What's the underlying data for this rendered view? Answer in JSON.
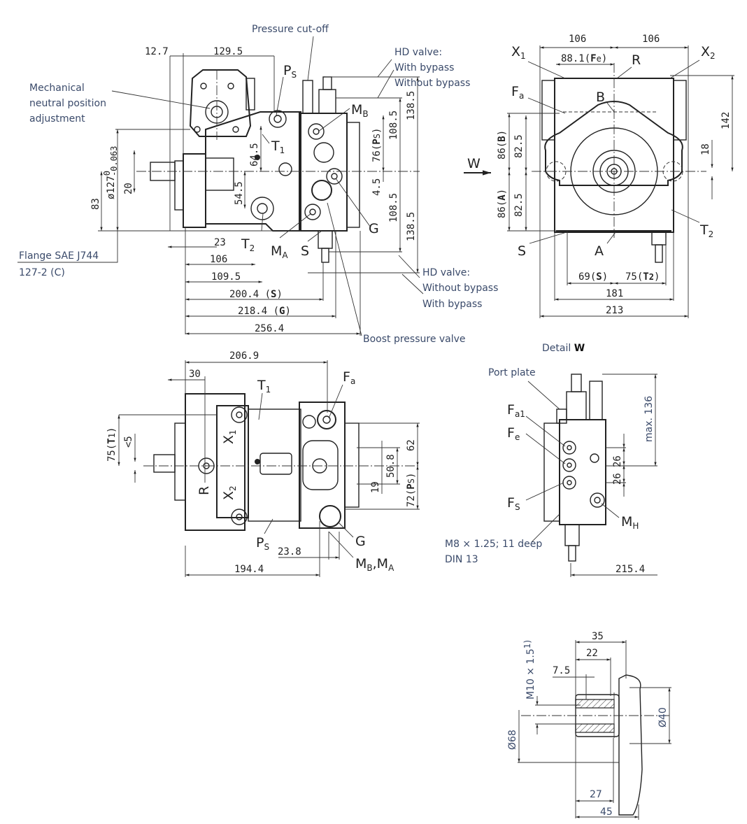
{
  "drawing": {
    "title": "Pump dimension drawing",
    "colors": {
      "line": "#222222",
      "callout_text": "#3a4a6a",
      "accent": "#1f3a8a"
    },
    "callouts": {
      "pressure_cutoff": "Pressure cut-off",
      "hd_valve_top": [
        "HD valve:",
        "With bypass",
        "Without bypass"
      ],
      "hd_valve_bottom": [
        "HD valve:",
        "Without bypass",
        "With bypass"
      ],
      "mech_neutral": [
        "Mechanical",
        "neutral position",
        "adjustment"
      ],
      "flange": [
        "Flange SAE J744",
        "127-2 (C)"
      ],
      "boost_pressure_valve": "Boost pressure valve",
      "detail_w_prefix": "Detail ",
      "detail_w_letter": "W",
      "port_plate": "Port plate",
      "thread_note": [
        "M8 × 1.25; 11 deep",
        "DIN 13"
      ]
    },
    "side_view": {
      "dims": {
        "d12_7": "12.7",
        "d129_5": "129.5",
        "d64_5": "64.5",
        "d54_5": "54.5",
        "d20": "20",
        "d83": "83",
        "d127": "ø127",
        "d127_tol_up": "0",
        "d127_tol_lo": "-0.063",
        "d23": "23",
        "d106": "106",
        "d109_5": "109.5",
        "d200_4": "200.4",
        "d200_4_port": "S",
        "d218_4": "218.4",
        "d218_4_port": "G",
        "d256_4": "256.4",
        "d76": "76",
        "d76_port": "P",
        "d76_port_sub": "S",
        "d108_5a": "108.5",
        "d138_5a": "138.5",
        "d4_5": "4.5",
        "d108_5b": "108.5",
        "d138_5b": "138.5"
      },
      "ports": {
        "ps": "P",
        "ps_sub": "S",
        "t1": "T",
        "t1_sub": "1",
        "mb": "M",
        "mb_sub": "B",
        "t2": "T",
        "t2_sub": "2",
        "ma": "M",
        "ma_sub": "A",
        "s": "S",
        "g": "G"
      }
    },
    "front_view": {
      "dims": {
        "d106l": "106",
        "d106r": "106",
        "d88_1": "88.1",
        "d88_1_port": "F",
        "d88_1_port_sub": "e",
        "d142": "142",
        "d18": "18",
        "d86b": "86",
        "d86b_port": "B",
        "d82_5a": "82.5",
        "d86a": "86",
        "d86a_port": "A",
        "d82_5b": "82.5",
        "d69": "69",
        "d69_port": "S",
        "d75": "75",
        "d75_port": "T",
        "d75_port_sub": "2",
        "d181": "181",
        "d213": "213"
      },
      "ports": {
        "x1": "X",
        "x1_sub": "1",
        "x2": "X",
        "x2_sub": "2",
        "r": "R",
        "fa": "F",
        "fa_sub": "a",
        "b": "B",
        "t2": "T",
        "t2_sub": "2",
        "s": "S",
        "a": "A"
      },
      "view_arrow": "W"
    },
    "top_view": {
      "dims": {
        "d206_9": "206.9",
        "d30": "30",
        "d75": "75",
        "d75_port": "T",
        "d75_port_sub": "1",
        "d_lt5": "<5",
        "d62": "62",
        "d50_8": "50.8",
        "d19": "19",
        "d72": "72",
        "d72_port": "P",
        "d72_port_sub": "S",
        "d23_8": "23.8",
        "d194_4": "194.4"
      },
      "ports": {
        "fa": "F",
        "fa_sub": "a",
        "t1": "T",
        "t1_sub": "1",
        "x1": "X",
        "x1_sub": "1",
        "r": "R",
        "x2": "X",
        "x2_sub": "2",
        "ps": "P",
        "ps_sub": "S",
        "g": "G",
        "mb_ma": "M",
        "mb_sub": "B",
        "mb_ma_sep": ",M",
        "ma_sub": "A"
      }
    },
    "detail_w": {
      "dims": {
        "d136": "max. 136",
        "d26a": "26",
        "d26b": "26",
        "d215_4": "215.4"
      },
      "ports": {
        "fa1": "F",
        "fa1_sub": "a1",
        "fe": "F",
        "fe_sub": "e",
        "fs": "F",
        "fs_sub": "S",
        "mh": "M",
        "mh_sub": "H"
      }
    },
    "shaft_detail": {
      "dims": {
        "d35": "35",
        "d22": "22",
        "d7_5": "7.5",
        "m10": "M10 × 1.5",
        "m10_note": "1)",
        "d68": "Ø68",
        "d40": "Ø40",
        "d27": "27",
        "d45": "45"
      }
    }
  }
}
